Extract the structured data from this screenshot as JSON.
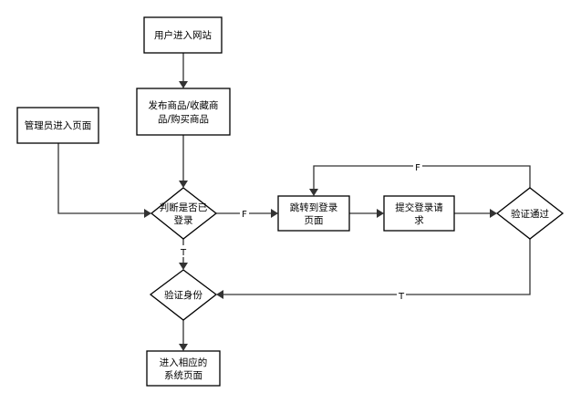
{
  "nodes": {
    "user_enter": "用户进入网站",
    "browse_line1": "发布商品/收藏商",
    "browse_line2": "品/购买商品",
    "admin_enter": "管理员进入页面",
    "check_login_line1": "判断是否已",
    "check_login_line2": "登录",
    "goto_login_line1": "跳转到登录",
    "goto_login_line2": "页面",
    "submit_login_line1": "提交登录请",
    "submit_login_line2": "求",
    "verify_pass": "验证通过",
    "verify_identity": "验证身份",
    "enter_system_line1": "进入相应的",
    "enter_system_line2": "系统页面"
  },
  "edges": {
    "false_to_login": "F",
    "true_to_verify": "T",
    "verify_fail_loop": "F",
    "verify_success": "T"
  }
}
